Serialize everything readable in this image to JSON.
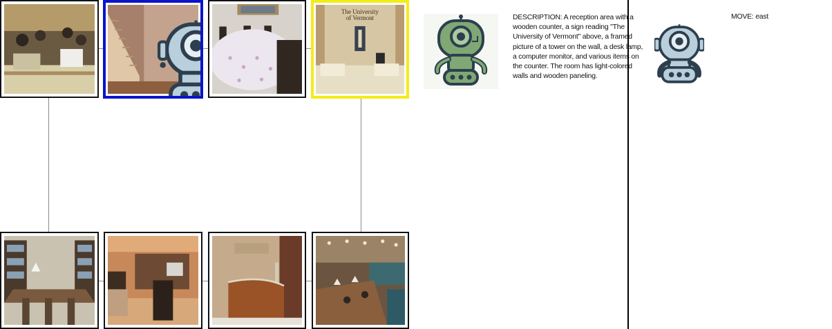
{
  "agent_panel": {
    "description_label": "DESCRIPTION:",
    "description_text": "A reception area with a wooden counter, a sign reading \"The University of Vermont\" above, a framed picture of a tower on the wall, a desk lamp, a computer monitor, and various items on the counter. The room has light-colored walls and wooden paneling."
  },
  "action_panel": {
    "move_label": "MOVE:",
    "move_value": "east"
  },
  "tile_signs": {
    "university_sign_line1": "The University",
    "university_sign_line2": "of Vermont"
  },
  "colors": {
    "current_tile_border": "#0b14c9",
    "target_tile_border": "#f2ec18",
    "connector": "#8a8a8a",
    "robot_green": "#7fa874",
    "robot_blue": "#b9cfdc",
    "robot_outline": "#2d3f4e"
  },
  "icons": {
    "agent_robot": "robot-icon",
    "panel_robot": "green-robot-icon"
  },
  "map": {
    "top_row": [
      "sewing-classroom",
      "staircase-hallway",
      "dining-room",
      "university-reception"
    ],
    "bottom_row": [
      "library-tables",
      "home-office",
      "reception-desk",
      "reading-room"
    ],
    "current_tile": "staircase-hallway",
    "target_tile": "university-reception"
  }
}
